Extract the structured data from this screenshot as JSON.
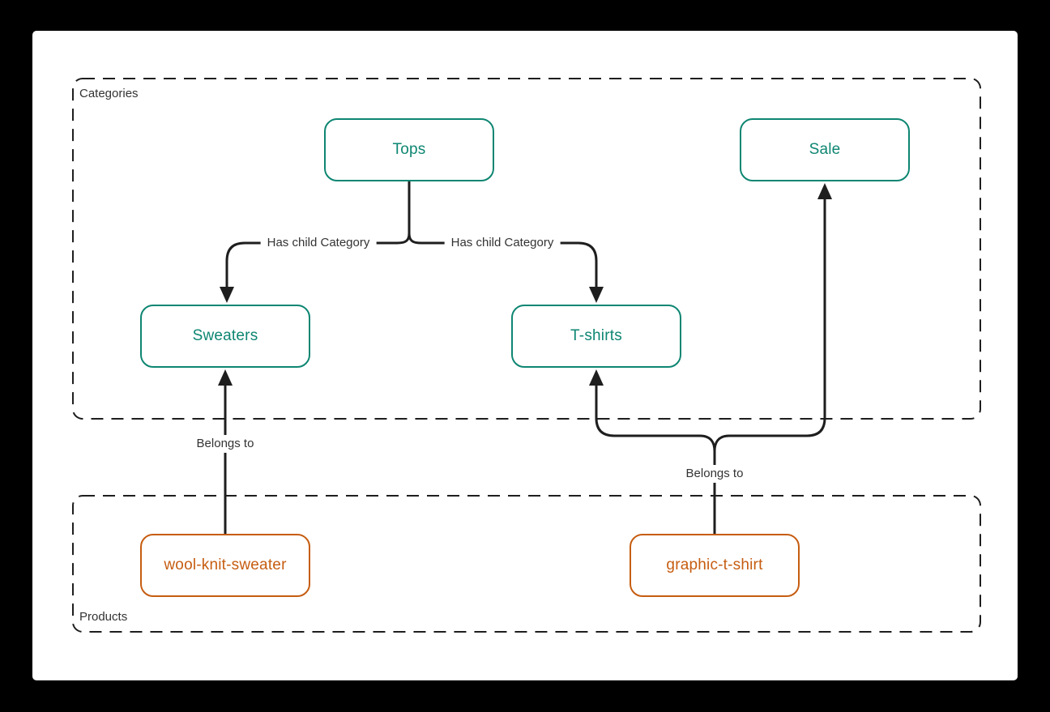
{
  "diagram": {
    "colors": {
      "backdrop": "#000000",
      "canvas": "#ffffff",
      "line": "#1e1e1e",
      "label_text": "#333333",
      "category": "#0e8672",
      "product": "#c65d11"
    },
    "containers": [
      {
        "id": "categories",
        "label": "Categories"
      },
      {
        "id": "products",
        "label": "Products"
      }
    ],
    "nodes": [
      {
        "id": "tops",
        "label": "Tops",
        "type": "category"
      },
      {
        "id": "sale",
        "label": "Sale",
        "type": "category"
      },
      {
        "id": "sweaters",
        "label": "Sweaters",
        "type": "category"
      },
      {
        "id": "t-shirts",
        "label": "T-shirts",
        "type": "category"
      },
      {
        "id": "wool-knit-sweater",
        "label": "wool-knit-sweater",
        "type": "product"
      },
      {
        "id": "graphic-t-shirt",
        "label": "graphic-t-shirt",
        "type": "product"
      }
    ],
    "edges": [
      {
        "from": "tops",
        "to": "sweaters",
        "label": "Has child Category"
      },
      {
        "from": "tops",
        "to": "t-shirts",
        "label": "Has child Category"
      },
      {
        "from": "wool-knit-sweater",
        "to": "sweaters",
        "label": "Belongs to"
      },
      {
        "from": "graphic-t-shirt",
        "to": "t-shirts",
        "label": "Belongs to"
      },
      {
        "from": "graphic-t-shirt",
        "to": "sale",
        "label": "Belongs to"
      }
    ]
  }
}
